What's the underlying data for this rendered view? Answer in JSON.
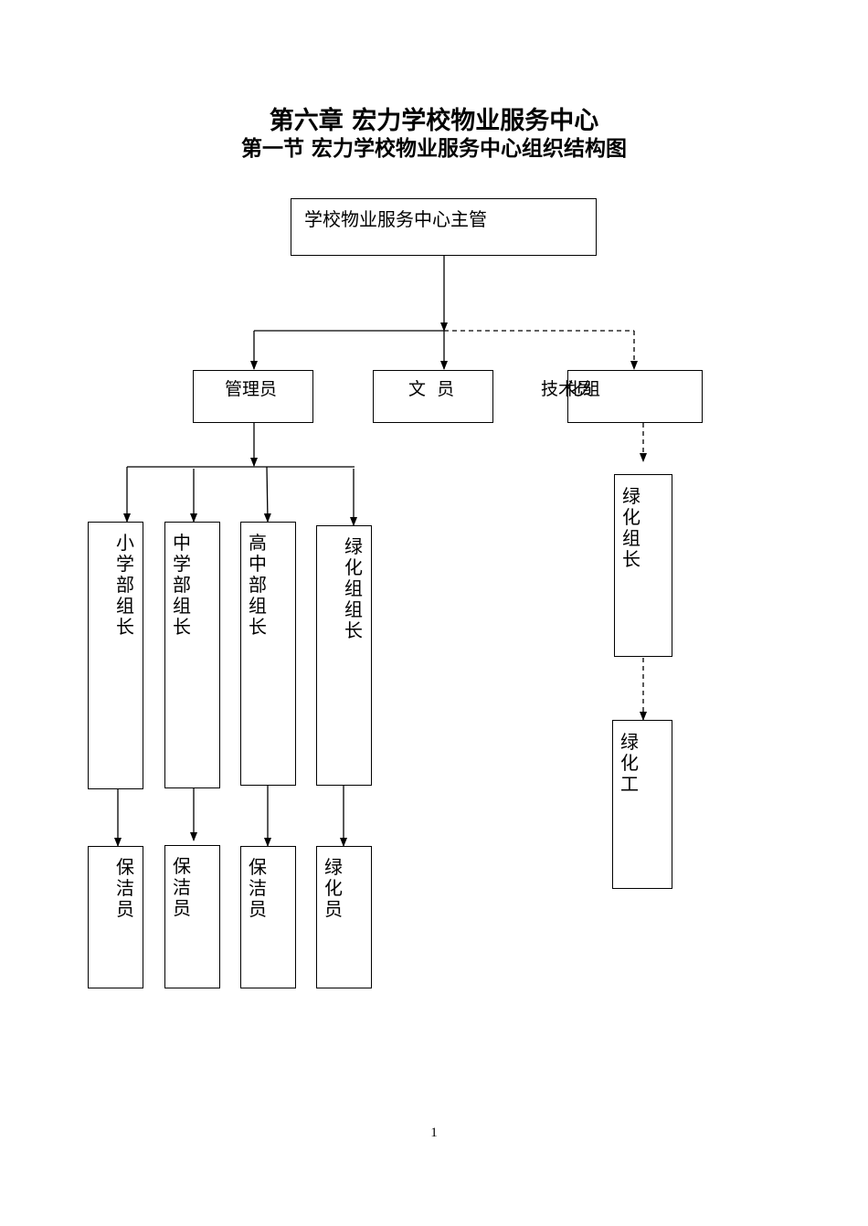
{
  "heading": {
    "chapter": "第六章  宏力学校物业服务中心",
    "section": "第一节    宏力学校物业服务中心组织结构图"
  },
  "org_chart": {
    "root": "学校物业服务中心主管",
    "level2": {
      "admin": "管理员",
      "clerk": "文  员",
      "tech_left": "技术员",
      "tech_right": "化组"
    },
    "group_leaders": {
      "primary": "小学部组长",
      "middle": "中学部组长",
      "high": "高中部组长",
      "greening": "绿化组组长"
    },
    "staff": {
      "primary": "保洁员",
      "middle": "保洁员",
      "high": "保洁员",
      "greening": "绿化员"
    },
    "tech_branch": {
      "leader": "绿化组长",
      "worker": "绿化工"
    }
  },
  "footer": {
    "page_number": "1"
  }
}
